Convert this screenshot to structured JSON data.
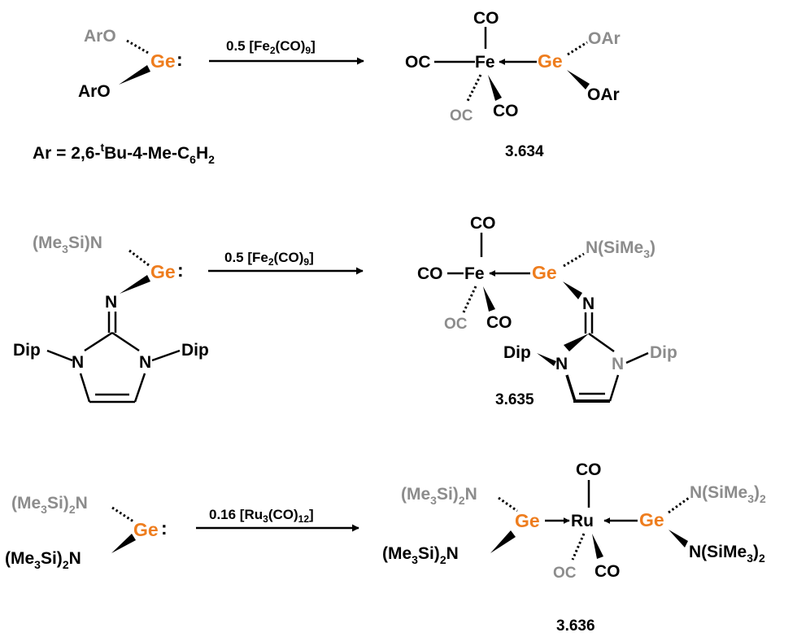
{
  "colors": {
    "black": "#000000",
    "grey": "#8c8c8c",
    "orange": "#ee7d1e"
  },
  "glyphs": {
    "lone_pair": ":"
  },
  "r1": {
    "ge": "Ge",
    "aro": "ArO",
    "fe": "Fe",
    "co": "CO",
    "oc": "OC",
    "oar": "OAr",
    "reagent": {
      "a": "0.5 [Fe",
      "b": "2",
      "c": "(CO)",
      "d": "9",
      "e": "]"
    },
    "ar_def": {
      "a": "Ar = 2,6-",
      "b": "t",
      "c": "Bu-4-Me-C",
      "d": "6",
      "e": "H",
      "f": "2"
    },
    "label": "3.634"
  },
  "r2": {
    "ge": "Ge",
    "fe": "Fe",
    "co": "CO",
    "oc": "OC",
    "n": "N",
    "dip": "Dip",
    "amide": {
      "a": "(Me",
      "b": "3",
      "c": "Si)N"
    },
    "amide_p": {
      "a": "N(SiMe",
      "b": "3",
      "c": ")"
    },
    "reagent": {
      "a": "0.5 [Fe",
      "b": "2",
      "c": "(CO)",
      "d": "9",
      "e": "]"
    },
    "label": "3.635"
  },
  "r3": {
    "ge": "Ge",
    "ru": "Ru",
    "co": "CO",
    "oc": "OC",
    "amide": {
      "a": "(Me",
      "b": "3",
      "c": "Si)",
      "d": "2",
      "e": "N"
    },
    "amide_r": {
      "a": "N(SiMe",
      "b": "3",
      "c": ")",
      "d": "2"
    },
    "reagent": {
      "a": "0.16 [Ru",
      "b": "3",
      "c": "(CO)",
      "d": "12",
      "e": "]"
    },
    "label": "3.636"
  }
}
